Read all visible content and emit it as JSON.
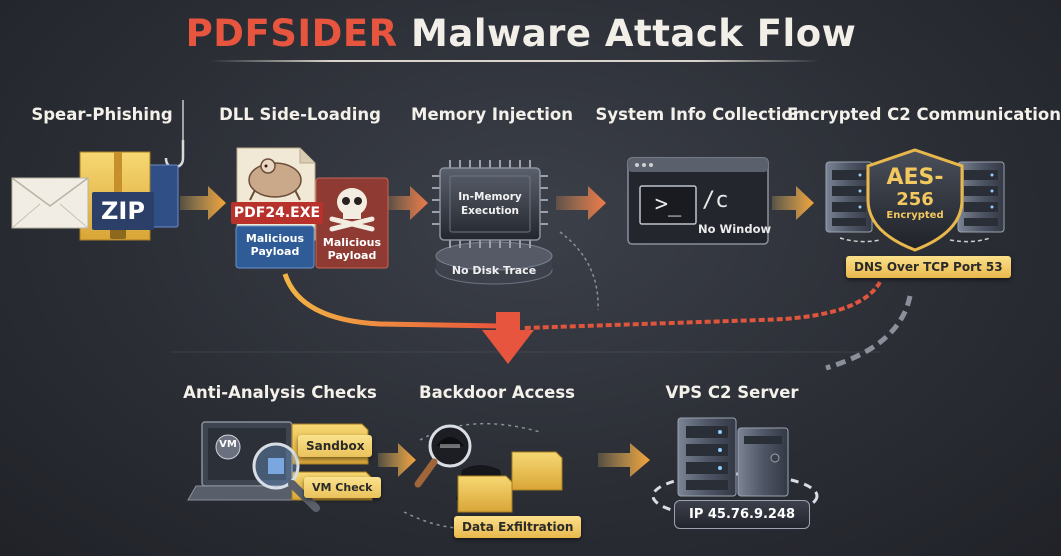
{
  "title": {
    "accent": "PDFSIDER",
    "rest": " Malware Attack Flow"
  },
  "stages": {
    "spear_phishing": {
      "label": "Spear-Phishing",
      "zip": "ZIP"
    },
    "dll_sideloading": {
      "label": "DLL Side-Loading",
      "exe": "PDF24.EXE",
      "payload_blue": "Malicious\nPayload",
      "payload_red": "Malicious\nPayload"
    },
    "memory_injection": {
      "label": "Memory Injection",
      "chip_line1": "In-Memory",
      "chip_line2": "Execution",
      "disk": "No Disk Trace"
    },
    "system_info": {
      "label": "System Info Collection",
      "prompt": ">_",
      "cmd": "/c",
      "note": "No Window"
    },
    "encrypted_c2": {
      "label": "Encrypted C2 Communication",
      "shield_big": "AES-",
      "shield_num": "256",
      "shield_small": "Encrypted",
      "tag": "DNS Over TCP Port 53"
    },
    "anti_analysis": {
      "label": "Anti-Analysis Checks",
      "vm": "VM",
      "sandbox": "Sandbox",
      "vm_check": "VM Check"
    },
    "backdoor": {
      "label": "Backdoor Access",
      "exfil": "Data Exfiltration"
    },
    "vps_c2": {
      "label": "VPS C2 Server",
      "ip": "IP 45.76.9.248"
    }
  },
  "colors": {
    "accent_red": "#e8553f",
    "arrow_orange": "#f2a33a",
    "tag_yellow": "#f3c85f",
    "background": "#2b2e35"
  }
}
